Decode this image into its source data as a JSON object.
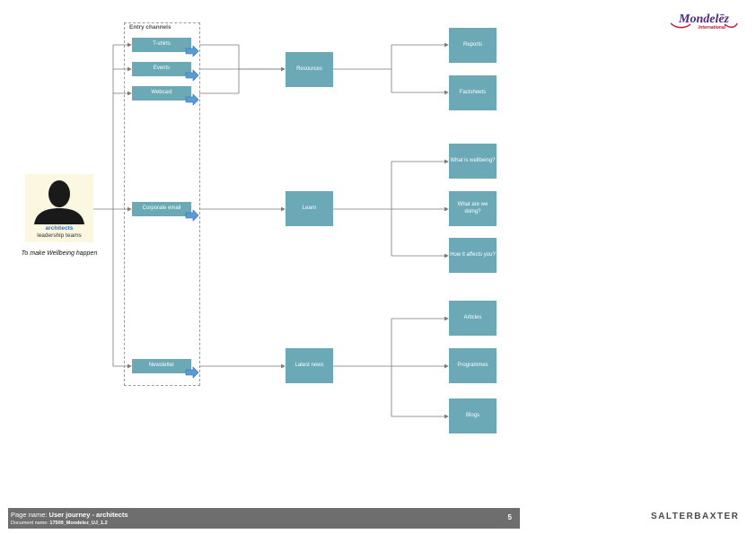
{
  "brand": {
    "logo_text": "Mondelez International",
    "agency": "SALTERBAXTER"
  },
  "persona": {
    "name": "architects",
    "role": "leadership teams",
    "purpose": "To make Wellbeing happen"
  },
  "entry": {
    "title": "Entry channels",
    "channels": [
      {
        "label": "T-shirts"
      },
      {
        "label": "Events"
      },
      {
        "label": "Webcast"
      },
      {
        "label": "Corporate email"
      },
      {
        "label": "Newsletter"
      }
    ]
  },
  "hubs": [
    {
      "label": "Resources",
      "leaves": [
        "Reports",
        "Factsheets"
      ]
    },
    {
      "label": "Learn",
      "leaves": [
        "What is wellbeing?",
        "What are we doing?",
        "How it affects you?"
      ]
    },
    {
      "label": "Latest news",
      "leaves": [
        "Articles",
        "Programmes",
        "Blogs"
      ]
    }
  ],
  "footer": {
    "page_label": "Page name:",
    "page_name": "User journey - architects",
    "doc_label": "Document name:",
    "doc_name": "17509_Mondelez_UJ_1.2",
    "page_number": "5"
  },
  "colors": {
    "box": "#6aa9b5",
    "arrow": "#5b9bd5",
    "line": "#7a7a7a",
    "footer": "#6e6e6e",
    "persona_bg": "#fbf7e0"
  }
}
